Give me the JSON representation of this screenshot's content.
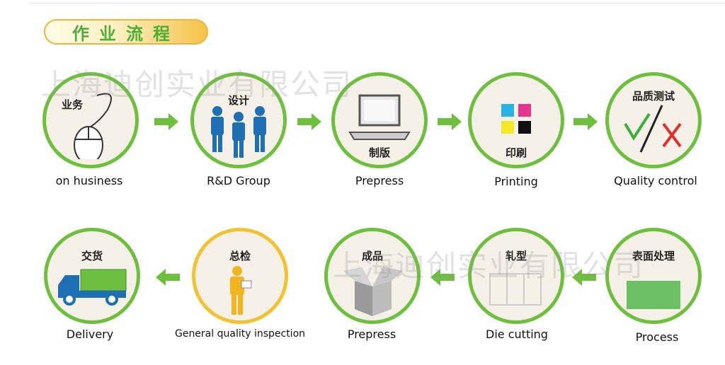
{
  "title": "作业流程",
  "watermark": "上海迪创实业有限公司",
  "colors": {
    "green": "#6fbf3f",
    "yellow": "#f2c230",
    "arrow": "#6fbf3f"
  },
  "top_row": [
    {
      "cn": "业务",
      "en": "on husiness",
      "icon": "mouse-icon"
    },
    {
      "cn": "设计",
      "en": "R&D Group",
      "icon": "people-icon"
    },
    {
      "cn": "制版",
      "en": "Prepress",
      "icon": "computer-icon"
    },
    {
      "cn": "印刷",
      "en": "Printing",
      "icon": "cmyk-icon"
    },
    {
      "cn": "品质测试",
      "en": "Quality control",
      "icon": "check-cross-icon"
    }
  ],
  "bottom_row": [
    {
      "cn": "交货",
      "en": "Delivery",
      "icon": "truck-icon"
    },
    {
      "cn": "总检",
      "en": "General quality inspection",
      "icon": "inspector-icon"
    },
    {
      "cn": "成品",
      "en": "Prepress",
      "icon": "box-icon"
    },
    {
      "cn": "轧型",
      "en": "Die cutting",
      "icon": "die-cut-icon"
    },
    {
      "cn": "表面处理",
      "en": "Process",
      "icon": "surface-icon"
    }
  ]
}
